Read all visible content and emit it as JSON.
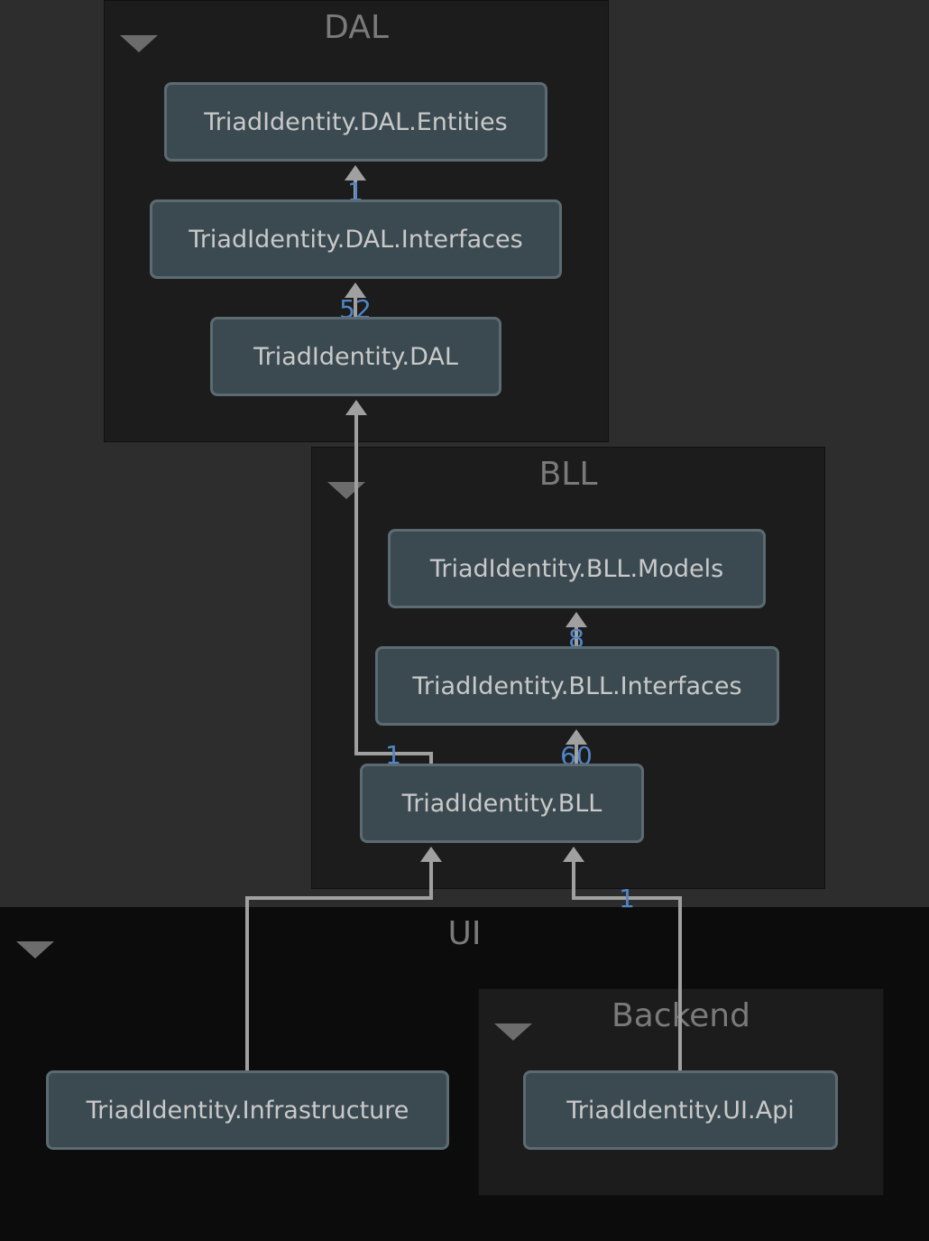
{
  "groups": {
    "dal": {
      "title": "DAL",
      "collapse_icon": "triangle-down-icon"
    },
    "bll": {
      "title": "BLL",
      "collapse_icon": "triangle-down-icon"
    },
    "ui": {
      "title": "UI",
      "collapse_icon": "triangle-down-icon"
    },
    "backend": {
      "title": "Backend",
      "collapse_icon": "triangle-down-icon"
    }
  },
  "nodes": {
    "dal_entities": "TriadIdentity.DAL.Entities",
    "dal_interfaces": "TriadIdentity.DAL.Interfaces",
    "dal": "TriadIdentity.DAL",
    "bll_models": "TriadIdentity.BLL.Models",
    "bll_interfaces": "TriadIdentity.BLL.Interfaces",
    "bll": "TriadIdentity.BLL",
    "infrastructure": "TriadIdentity.Infrastructure",
    "ui_api": "TriadIdentity.UI.Api"
  },
  "edges": [
    {
      "from": "TriadIdentity.DAL.Interfaces",
      "to": "TriadIdentity.DAL.Entities",
      "label": "1"
    },
    {
      "from": "TriadIdentity.DAL",
      "to": "TriadIdentity.DAL.Interfaces",
      "label": "52"
    },
    {
      "from": "TriadIdentity.BLL",
      "to": "TriadIdentity.DAL",
      "label": "1"
    },
    {
      "from": "TriadIdentity.BLL.Interfaces",
      "to": "TriadIdentity.BLL.Models",
      "label": "8"
    },
    {
      "from": "TriadIdentity.BLL",
      "to": "TriadIdentity.BLL.Interfaces",
      "label": "60"
    },
    {
      "from": "TriadIdentity.Infrastructure",
      "to": "TriadIdentity.BLL",
      "label": ""
    },
    {
      "from": "TriadIdentity.UI.Api",
      "to": "TriadIdentity.BLL",
      "label": "1"
    }
  ],
  "colors": {
    "canvas": "#2d2d2d",
    "group_dal": "#1c1c1c",
    "group_bll": "#1c1c1c",
    "group_ui": "#0c0c0c",
    "group_backend": "#1c1c1c",
    "node_fill": "#3b4a51",
    "node_border": "#5c6b72",
    "node_text": "#c9c9c9",
    "edge": "#a0a0a0",
    "edge_label": "#4f86c6",
    "group_title": "#7a7a7a"
  }
}
